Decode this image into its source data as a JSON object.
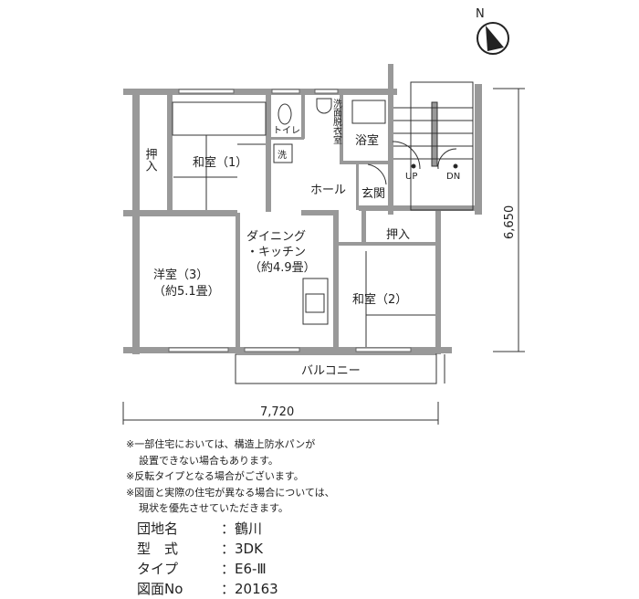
{
  "rooms": {
    "oshiire_left": "押入",
    "washitsu1": "和室（1）",
    "toilet": "トイレ",
    "washroom": "洗面脱衣室",
    "washer": "洗",
    "bath": "浴室",
    "hall": "ホール",
    "genkan": "玄関",
    "dk_line1": "ダイニング",
    "dk_line2": "・キッチン",
    "dk_size": "（約4.9畳）",
    "yoshitsu3": "洋室（3）",
    "yoshitsu3_size": "（約5.1畳）",
    "oshiire_right": "押入",
    "washitsu2": "和室（2）",
    "balcony": "バルコニー",
    "stairs_up": "UP",
    "stairs_dn": "DN"
  },
  "compass": "N",
  "dimensions": {
    "width": "7,720",
    "depth": "6,650"
  },
  "notes": [
    "※一部住宅においては、構造上防水パンが",
    "設置できない場合もあります。",
    "※反転タイプとなる場合がございます。",
    "※図面と実際の住宅が異なる場合については、",
    "現状を優先させていただきます。"
  ],
  "info": [
    {
      "key": "団地名",
      "value": "：鶴川"
    },
    {
      "key": "型　式",
      "value": "：3DK"
    },
    {
      "key": "タイプ",
      "value": "：E6-Ⅲ"
    },
    {
      "key": "図面No",
      "value": "：20163"
    }
  ]
}
